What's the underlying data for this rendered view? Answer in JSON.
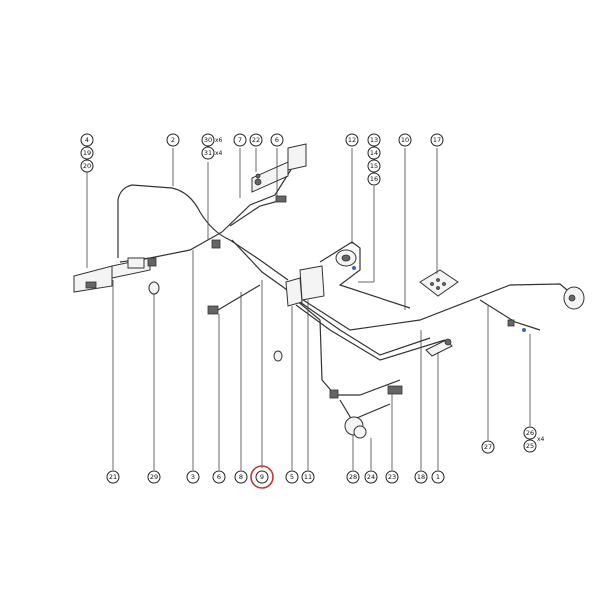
{
  "callouts_bottom": [
    "21",
    "29",
    "3",
    "6",
    "8",
    "9",
    "5",
    "11",
    "28",
    "24",
    "23",
    "18",
    "1",
    "27"
  ],
  "callouts_top_single": [
    "2",
    "7",
    "22",
    "6",
    "12",
    "10",
    "17"
  ],
  "stack_4_19_20": [
    "4",
    "19",
    "20"
  ],
  "stack_13_14_15_16": [
    "13",
    "14",
    "15",
    "16"
  ],
  "stack_30_31": [
    "30",
    "31"
  ],
  "stack_26_25": [
    "26",
    "25"
  ],
  "qty_30": "x6",
  "qty_31": "x4",
  "qty_26": "x4",
  "highlighted_callout": "9",
  "highlight_color": "#c0392b"
}
